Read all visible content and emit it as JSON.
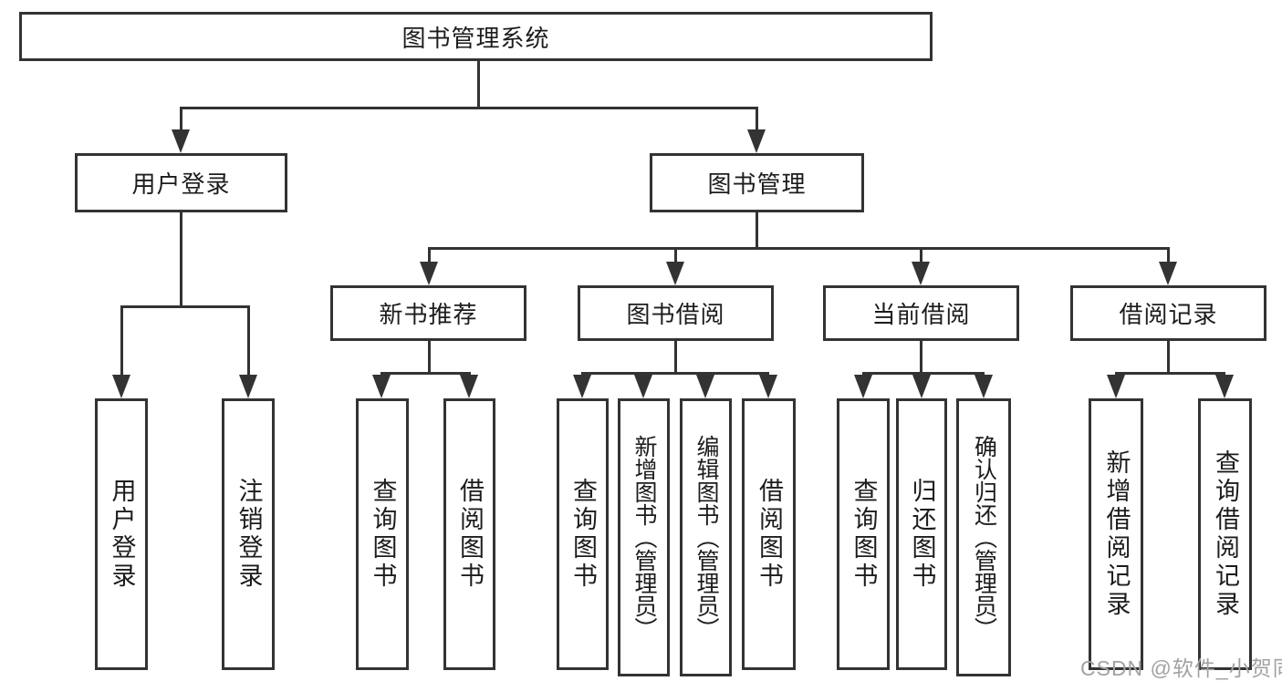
{
  "tree": {
    "root": "图书管理系统",
    "children": [
      {
        "label": "用户登录",
        "children": [
          "用户登录",
          "注销登录"
        ]
      },
      {
        "label": "图书管理",
        "children": [
          {
            "label": "新书推荐",
            "children": [
              "查询图书",
              "借阅图书"
            ]
          },
          {
            "label": "图书借阅",
            "children": [
              "查询图书",
              "新增图书（管理员）",
              "编辑图书（管理员）",
              "借阅图书"
            ]
          },
          {
            "label": "当前借阅",
            "children": [
              "查询图书",
              "归还图书",
              "确认归还（管理员）"
            ]
          },
          {
            "label": "借阅记录",
            "children": [
              "新增借阅记录",
              "查询借阅记录"
            ]
          }
        ]
      }
    ]
  },
  "watermark": {
    "text": "CSDN @软件_小贺同学"
  },
  "colors": {
    "line": "#333333",
    "node_border": "#333333",
    "text": "#1c1c1e",
    "watermark": "#a2a2a6",
    "background": "#ffffff"
  }
}
